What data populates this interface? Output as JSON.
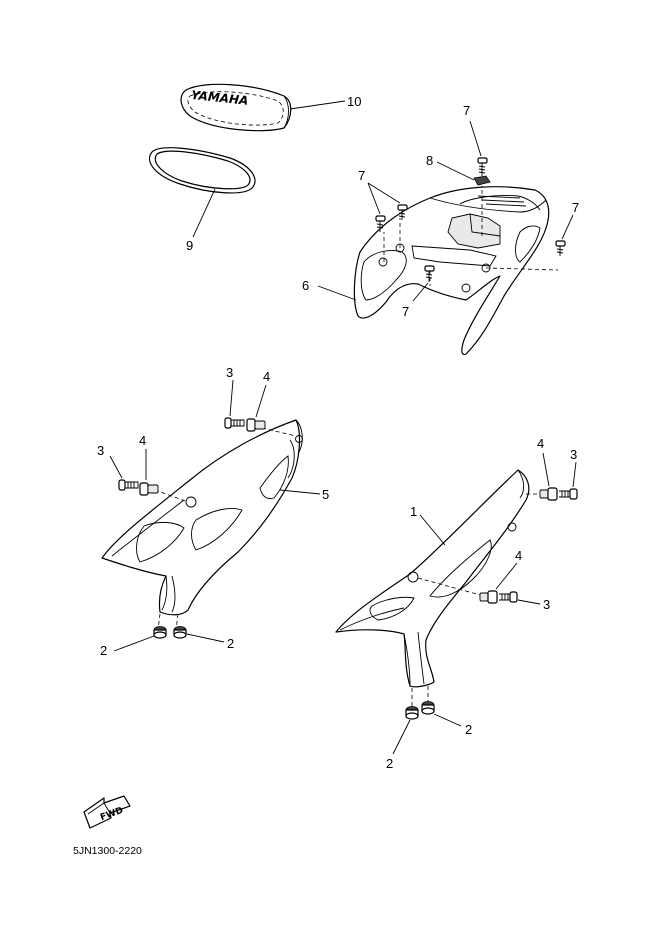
{
  "diagram": {
    "emblem_text": "YAMAHA",
    "fwd_text": "FWD",
    "reference_code": "5JN1300-2220",
    "callouts": {
      "emblem_10": "10",
      "seal_9": "9",
      "bolt_7a": "7",
      "nut_8": "8",
      "bolt_7b": "7",
      "bolt_7c": "7",
      "bolt_7d": "7",
      "cover_6": "6",
      "screw_3a": "3",
      "collar_4a": "4",
      "screw_3b": "3",
      "collar_4b": "4",
      "side_cover_5": "5",
      "damper_2a": "2",
      "damper_2b": "2",
      "collar_4c": "4",
      "screw_3c": "3",
      "side_cover_1": "1",
      "collar_4d": "4",
      "screw_3d": "3",
      "damper_2c": "2",
      "damper_2d": "2"
    }
  }
}
